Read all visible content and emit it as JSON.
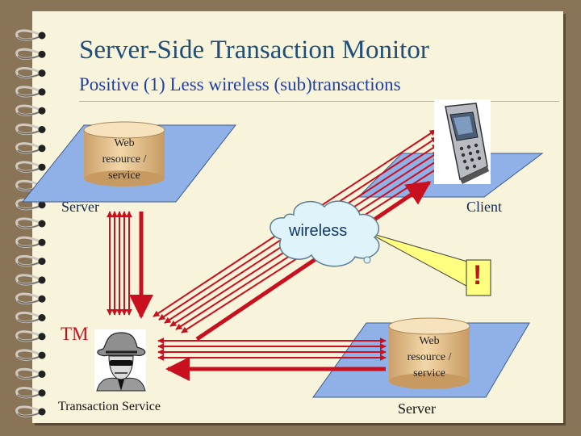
{
  "slide": {
    "title": "Server-Side Transaction Monitor",
    "subtitle": "Positive (1) Less wireless (sub)transactions"
  },
  "diagram": {
    "top_resource": "Web\nresource /\nservice",
    "top_server_label": "Server",
    "client_label": "Client",
    "cloud_label": "wireless",
    "tm_label": "TM",
    "transaction_service_label": "Transaction Service",
    "bottom_resource": "Web\nresource /\nservice",
    "bottom_server_label": "Server",
    "alert_mark": "!"
  },
  "colors": {
    "arrow_red": "#c8101e",
    "platform_blue": "#8fb1e8",
    "cylinder_tan": "#e8c690",
    "cloud_fill": "#dff3fb",
    "callout_yellow": "#ffff80",
    "title_blue": "#1f4e79",
    "tm_red": "#c0141c"
  },
  "icons": [
    "spiral-binding-icon",
    "mobile-phone-icon",
    "spy-agent-icon",
    "wireless-cloud-icon"
  ]
}
